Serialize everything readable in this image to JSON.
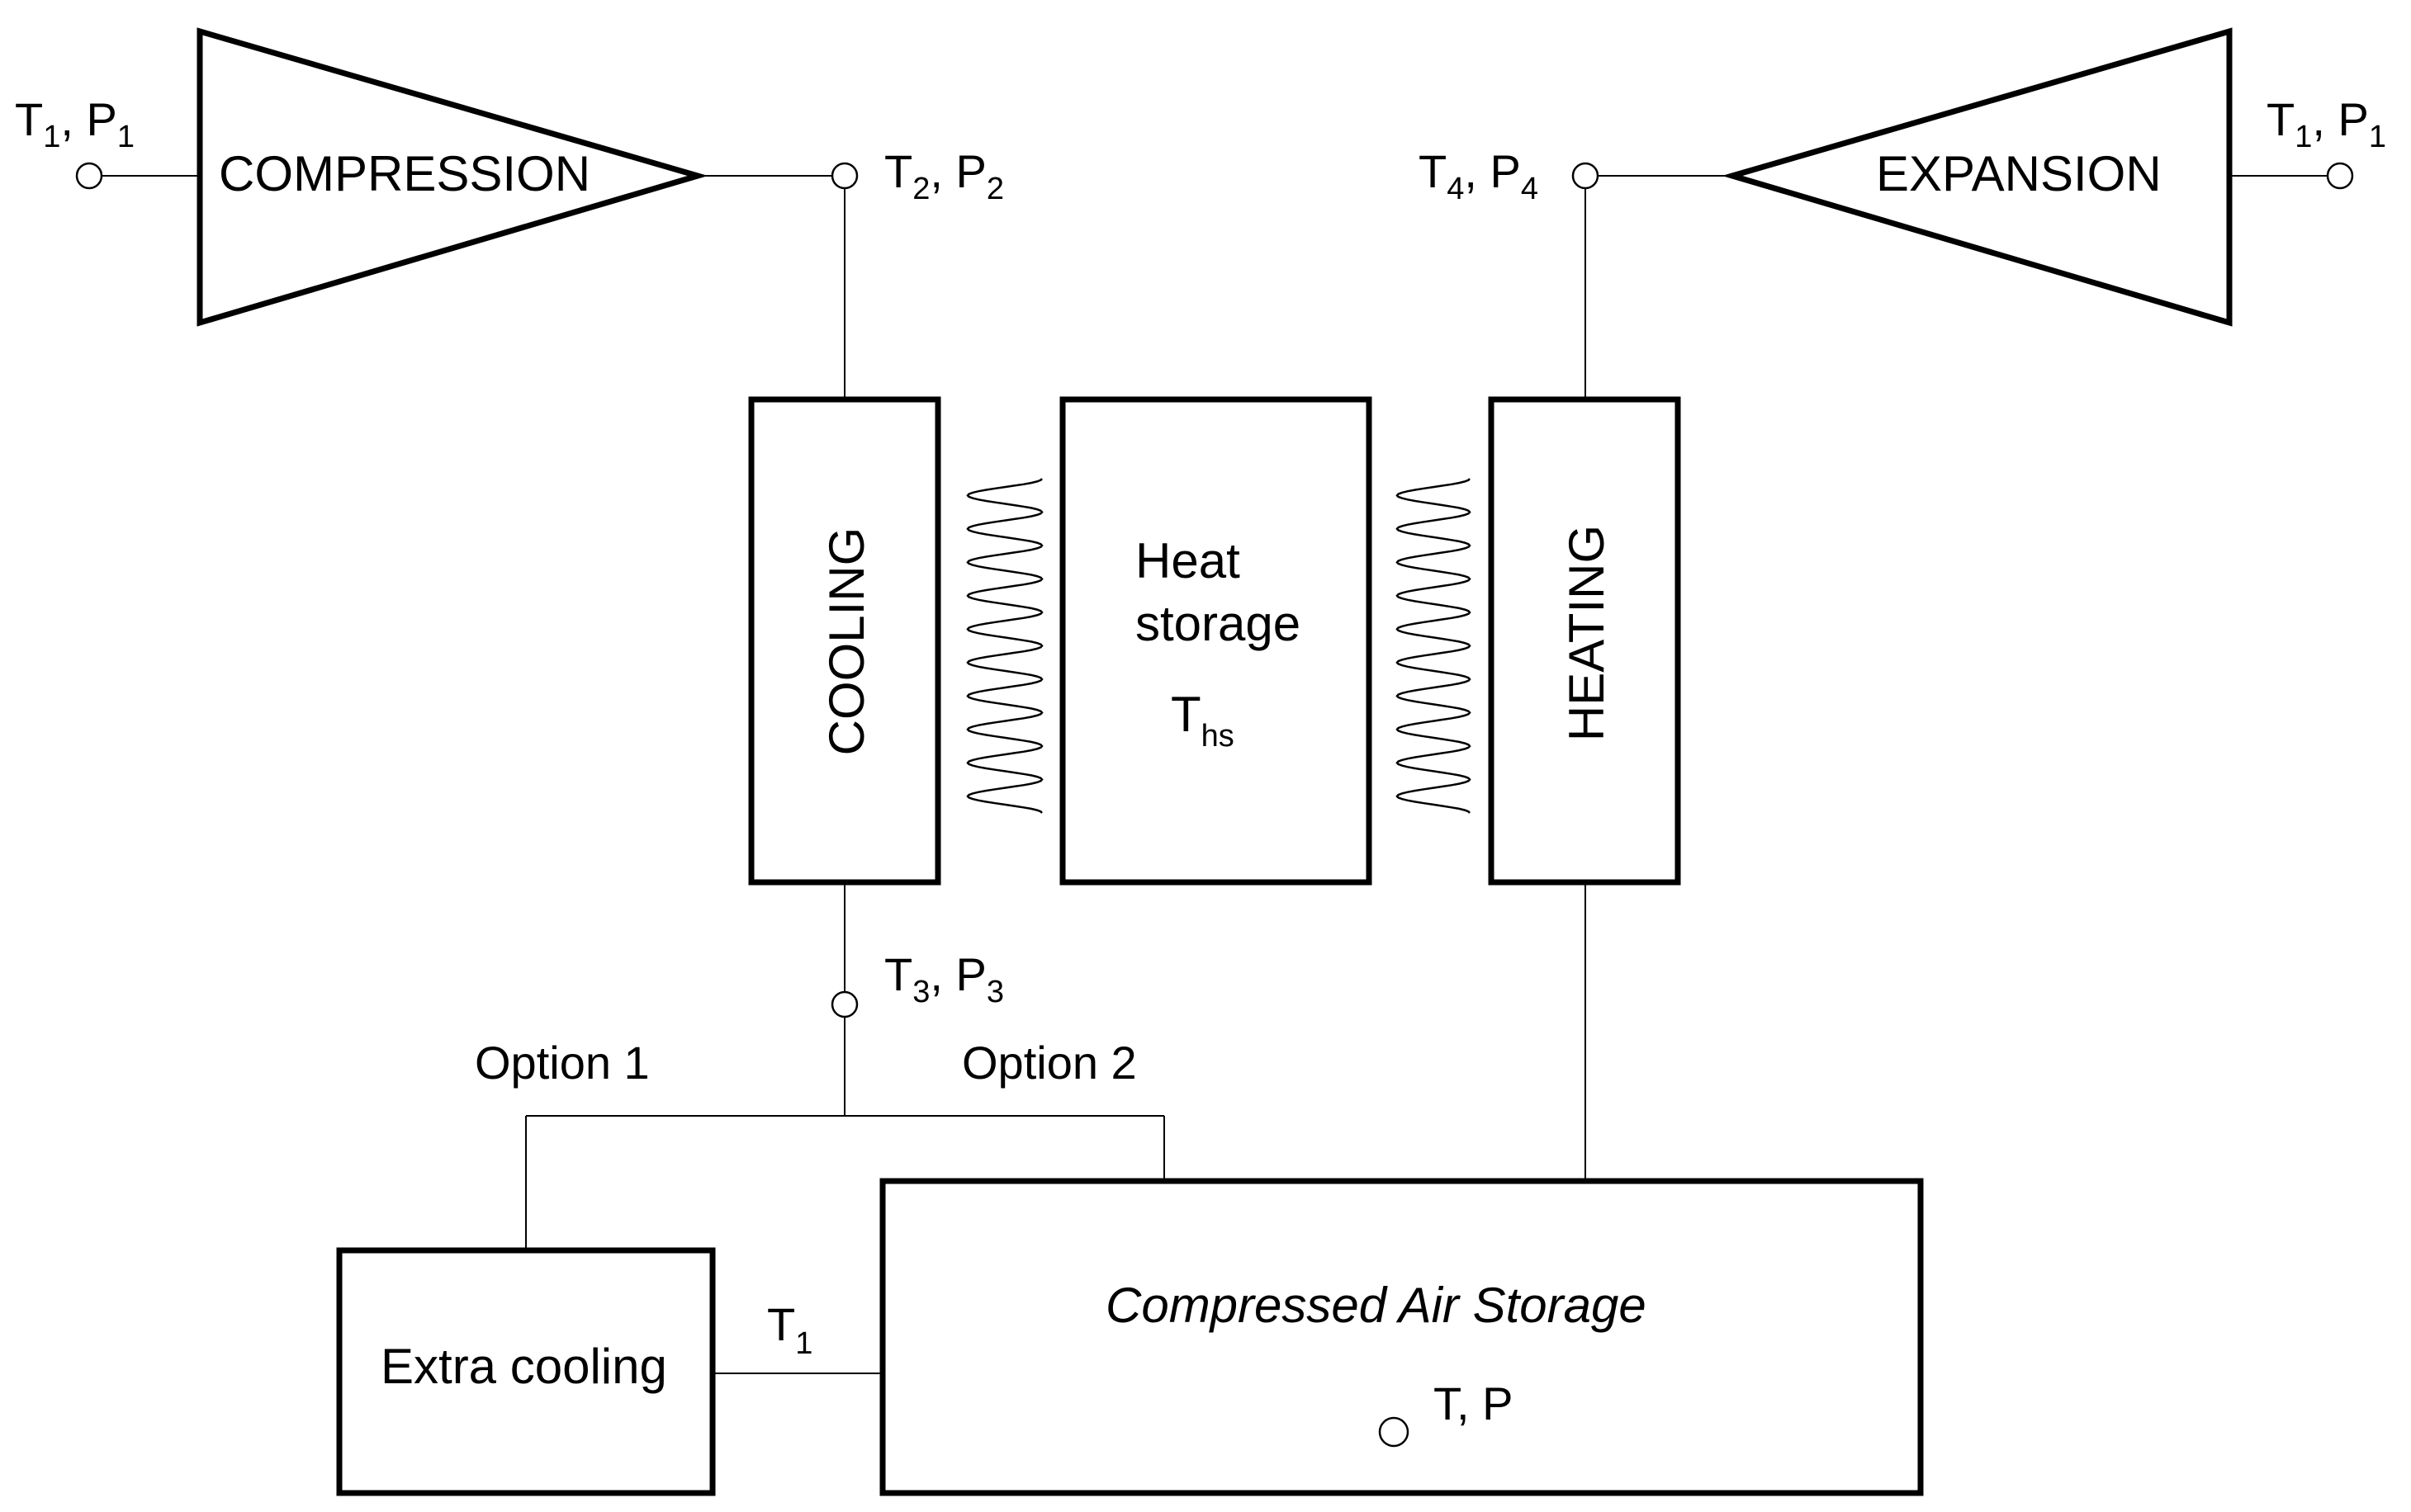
{
  "labels": {
    "compression": "COMPRESSION",
    "expansion": "EXPANSION",
    "cooling": "COOLING",
    "heating": "HEATING",
    "heat_storage_line1": "Heat",
    "heat_storage_line2": "storage",
    "t_hs": {
      "base": "T",
      "sub": "hs"
    },
    "compressed_air_storage": "Compressed Air Storage",
    "tp_storage": "T, P",
    "extra_cooling": "Extra cooling",
    "option1": "Option 1",
    "option2": "Option 2",
    "t1_link": {
      "base": "T",
      "sub": "1"
    }
  },
  "state_points": {
    "inlet": {
      "t": "T",
      "t_sub": "1",
      "sep": ", ",
      "p": "P",
      "p_sub": "1"
    },
    "after_compression": {
      "t": "T",
      "t_sub": "2",
      "sep": ", ",
      "p": "P",
      "p_sub": "2"
    },
    "after_cooling": {
      "t": "T",
      "t_sub": "3",
      "sep": ", ",
      "p": "P",
      "p_sub": "3"
    },
    "before_expansion": {
      "t": "T",
      "t_sub": "4",
      "sep": ", ",
      "p": "P",
      "p_sub": "4"
    },
    "outlet": {
      "t": "T",
      "t_sub": "1",
      "sep": ", ",
      "p": "P",
      "p_sub": "1"
    }
  }
}
